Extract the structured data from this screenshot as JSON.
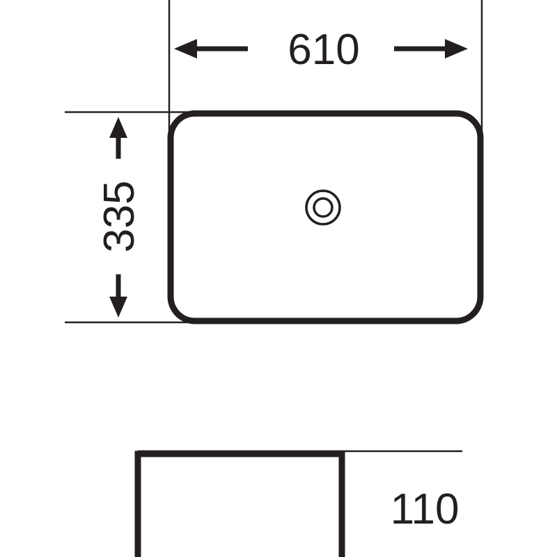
{
  "dimensions": {
    "width_label": "610",
    "depth_label": "335",
    "height_label": "110"
  },
  "colors": {
    "line": "#231f20",
    "background": "#ffffff"
  }
}
